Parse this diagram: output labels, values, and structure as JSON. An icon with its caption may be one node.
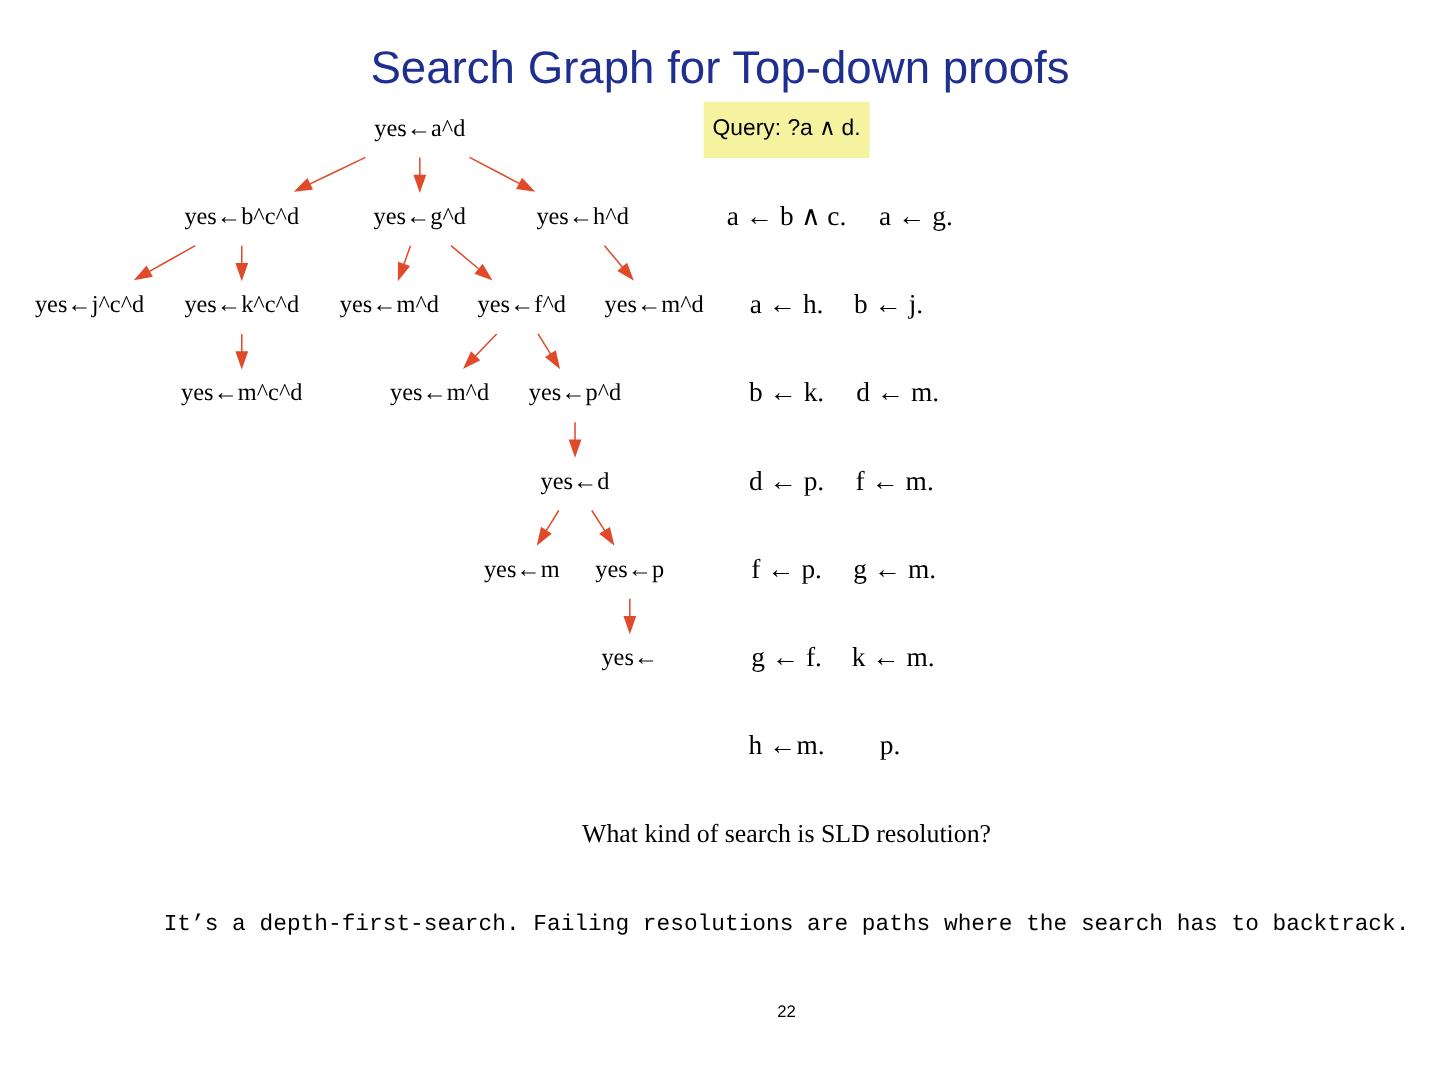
{
  "diagram": {
    "title": "Search Graph for Top-down proofs",
    "nodes": [
      {
        "text": [
          "yes←a^d"
        ]
      },
      {
        "text": [
          "yes←b^c^d"
        ]
      },
      {
        "text": [
          "yes←g^d"
        ]
      },
      {
        "text": [
          "yes←h^d"
        ]
      },
      {
        "text": [
          "yes←j^c^d"
        ]
      },
      {
        "text": [
          "yes←k^c^d"
        ]
      },
      {
        "text": [
          "yes←m^c^d"
        ]
      },
      {
        "text": [
          "yes←m^d"
        ]
      },
      {
        "text": [
          "yes←f^d"
        ]
      },
      {
        "text": [
          "yes←m^d"
        ]
      },
      {
        "text": [
          "yes←m^d"
        ]
      },
      {
        "text": [
          "yes←p^d"
        ]
      },
      {
        "text": [
          "yes←d"
        ]
      },
      {
        "text": [
          "yes←m"
        ]
      },
      {
        "text": [
          "yes←p"
        ]
      },
      {
        "text": [
          "yes←"
        ]
      }
    ],
    "edges": [
      {
        "from": 0,
        "to": 1,
        "arrow": "to"
      },
      {
        "from": 0,
        "to": 2,
        "arrow": "to"
      },
      {
        "from": 0,
        "to": 3,
        "arrow": "to"
      },
      {
        "from": 1,
        "to": 4,
        "arrow": "to"
      },
      {
        "from": 1,
        "to": 5,
        "arrow": "to"
      },
      {
        "from": 5,
        "to": 6,
        "arrow": "to"
      },
      {
        "from": 2,
        "to": 7,
        "arrow": "to"
      },
      {
        "from": 2,
        "to": 8,
        "arrow": "to"
      },
      {
        "from": 3,
        "to": 9,
        "arrow": "to"
      },
      {
        "from": 8,
        "to": 10,
        "arrow": "to"
      },
      {
        "from": 8,
        "to": 11,
        "arrow": "to"
      },
      {
        "from": 11,
        "to": 12,
        "arrow": "to"
      },
      {
        "from": 12,
        "to": 13,
        "arrow": "to"
      },
      {
        "from": 12,
        "to": 14,
        "arrow": "to"
      },
      {
        "from": 14,
        "to": 15,
        "arrow": "to"
      }
    ],
    "labels": [
      "Query: ?a ∧ d.",
      "a ← b ∧ c.",
      "a ← g.",
      "a ← h.",
      "b ← j.",
      "b ← k.",
      "d ← m.",
      "d ← p.",
      "f ← m.",
      "f ← p.",
      "g ← m.",
      "g ← f.",
      "k ← m.",
      "h ←m.",
      "p.",
      "What kind of search is SLD resolution?",
      "It’s a depth-first-search. Failing resolutions are paths where the search has to backtrack.",
      "22"
    ]
  }
}
